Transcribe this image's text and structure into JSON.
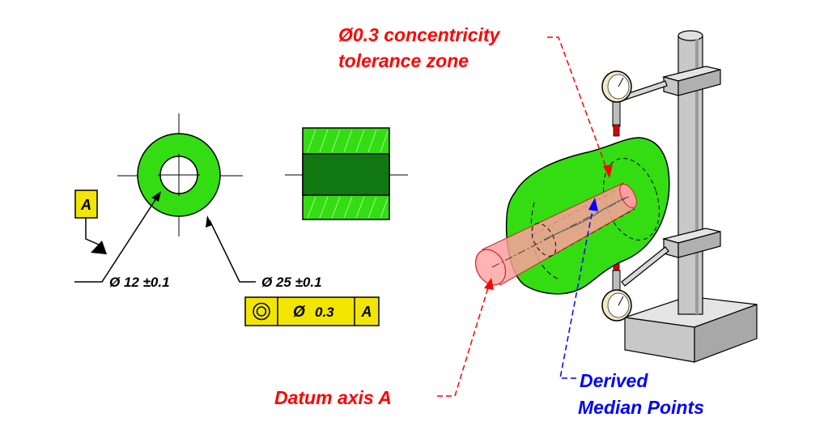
{
  "datum_box": {
    "letter": "A"
  },
  "dimensions": {
    "inner_diameter": "Ø 12 ±0.1",
    "outer_diameter": "Ø 25 ±0.1"
  },
  "feature_control_frame": {
    "symbol": "concentricity-icon",
    "diameter_symbol": "Ø",
    "tolerance": "0.3",
    "datum": "A"
  },
  "callouts": {
    "tolerance_zone": {
      "line1": "Ø0.3 concentricity",
      "line2": "tolerance zone"
    },
    "datum_axis": "Datum axis A",
    "median_points": {
      "line1": "Derived",
      "line2": "Median Points"
    }
  },
  "colors": {
    "part_green": "#33dd11",
    "dark_green": "#117711",
    "datum_yellow": "#f2e600",
    "callout_red": "#ff0000",
    "callout_blue": "#0000ff",
    "cylinder_pink": "#ff9e9e",
    "stand_gray": "#c8c8c8"
  }
}
